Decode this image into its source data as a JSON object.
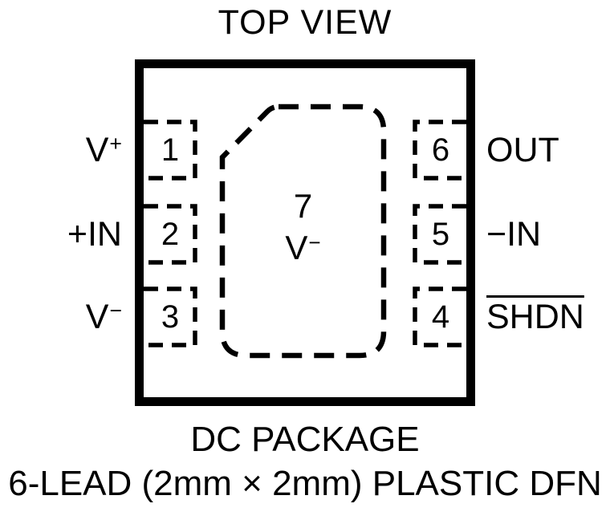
{
  "title": "TOP VIEW",
  "package": {
    "footer_line1": "DC PACKAGE",
    "footer_line2": "6-LEAD (2mm × 2mm) PLASTIC DFN"
  },
  "pins": {
    "left": [
      {
        "number": "1",
        "label_base": "V",
        "label_sup": "+"
      },
      {
        "number": "2",
        "label": "+IN"
      },
      {
        "number": "3",
        "label_base": "V",
        "label_sup": "−"
      }
    ],
    "right": [
      {
        "number": "6",
        "label": "OUT"
      },
      {
        "number": "5",
        "label": "−IN"
      },
      {
        "number": "4",
        "label": "SHDN"
      }
    ],
    "center": {
      "number": "7",
      "label_base": "V",
      "label_sup": "−"
    }
  }
}
